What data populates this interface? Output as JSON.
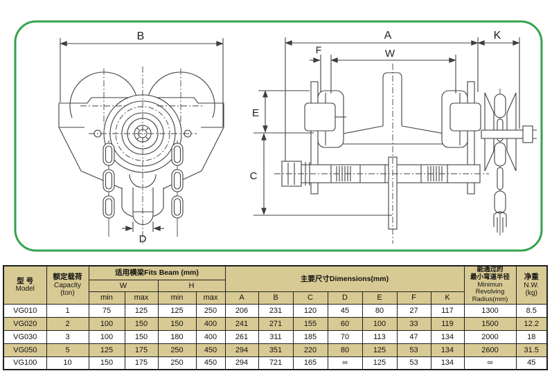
{
  "colors": {
    "green_border": "#34a24c",
    "table_tan": "#d8ca94",
    "drawing_line": "#3f3f3f"
  },
  "diagram": {
    "dim_labels": {
      "B": "B",
      "D": "D",
      "A": "A",
      "K": "K",
      "F": "F",
      "W": "W",
      "E": "E",
      "C": "C"
    }
  },
  "table": {
    "header": {
      "model_zh": "型 号",
      "model_en": "Model",
      "capacity_zh": "额定载荷",
      "capacity_en": "Capaclty",
      "capacity_unit": "(ton)",
      "fits_beam": "适用横梁Fits Beam (mm)",
      "w": "W",
      "h": "H",
      "min": "min",
      "max": "max",
      "dimensions": "主要尺寸Dimensions(mm)",
      "dim_cols": [
        "A",
        "B",
        "C",
        "D",
        "E",
        "F",
        "K"
      ],
      "radius_lines": [
        "能通过的",
        "最小弯道半径",
        "Minimun",
        "Revolving",
        "Radius(mm)"
      ],
      "nw_zh": "净重",
      "nw_en": "N.W.",
      "nw_unit": "(kg)"
    },
    "rows": [
      [
        "VG010",
        "1",
        "75",
        "125",
        "125",
        "250",
        "206",
        "231",
        "120",
        "45",
        "80",
        "27",
        "117",
        "1300",
        "8.5"
      ],
      [
        "VG020",
        "2",
        "100",
        "150",
        "150",
        "400",
        "241",
        "271",
        "155",
        "60",
        "100",
        "33",
        "119",
        "1500",
        "12.2"
      ],
      [
        "VG030",
        "3",
        "100",
        "150",
        "180",
        "400",
        "261",
        "311",
        "185",
        "70",
        "113",
        "47",
        "134",
        "2000",
        "18"
      ],
      [
        "VG050",
        "5",
        "125",
        "175",
        "250",
        "450",
        "294",
        "351",
        "220",
        "80",
        "125",
        "53",
        "134",
        "2600",
        "31.5"
      ],
      [
        "VG100",
        "10",
        "150",
        "175",
        "250",
        "450",
        "294",
        "721",
        "165",
        "∞",
        "125",
        "53",
        "134",
        "∞",
        "45"
      ]
    ]
  }
}
